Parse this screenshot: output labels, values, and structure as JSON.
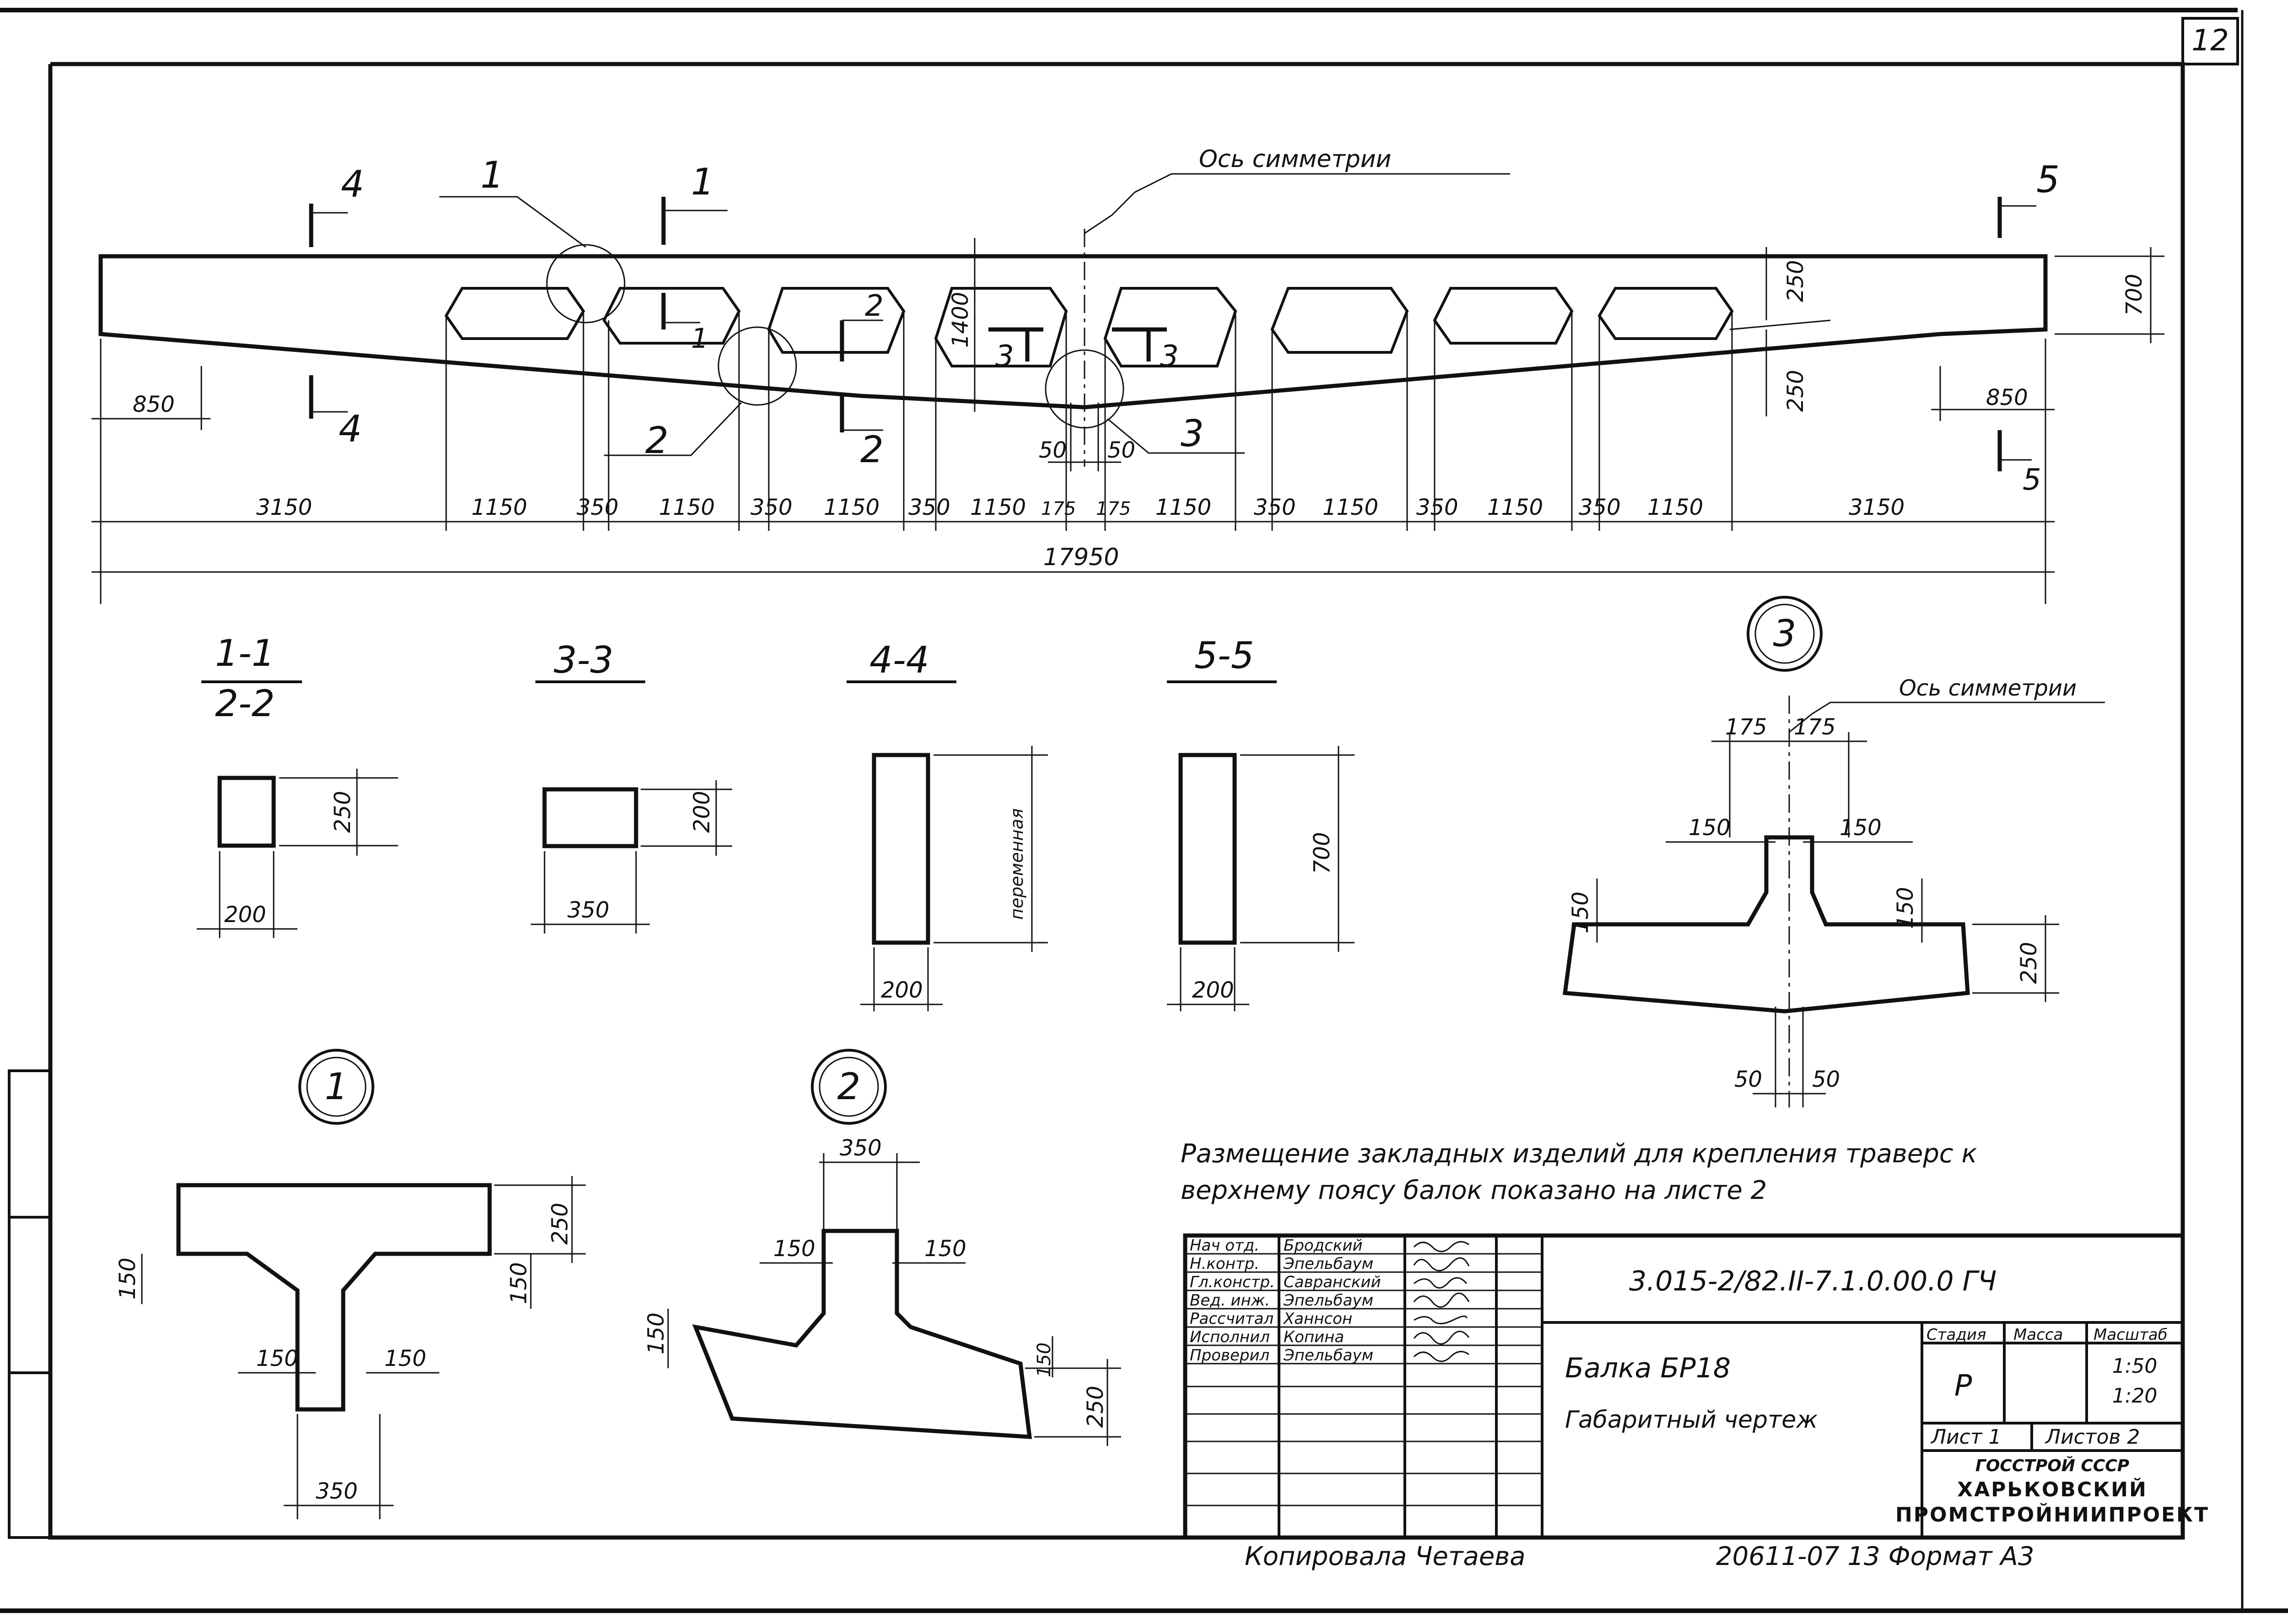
{
  "sheet_number": "12",
  "axis_label": "Ось симметрии",
  "elevation": {
    "section_marks": [
      "4",
      "1",
      "5",
      "1",
      "2",
      "3",
      "3",
      "2",
      "4",
      "5"
    ],
    "callouts": [
      "1",
      "2",
      "3"
    ],
    "dims": {
      "d850_left": "850",
      "d850_right": "850",
      "d1400": "1400",
      "d250_top": "250",
      "d250_bot": "250",
      "d700": "700",
      "d50a": "50",
      "d50b": "50"
    },
    "bottom_dims": [
      "3150",
      "1150",
      "350",
      "1150",
      "350",
      "1150",
      "350",
      "1150",
      "175",
      "175",
      "1150",
      "350",
      "1150",
      "350",
      "1150",
      "350",
      "1150",
      "3150"
    ],
    "overall": "17950"
  },
  "sections": {
    "s11_top": "1-1",
    "s11_bottom": "2-2",
    "s11_h": "250",
    "s11_w": "200",
    "s33": "3-3",
    "s33_h": "200",
    "s33_w": "350",
    "s44": "4-4",
    "s44_h": "переменная",
    "s44_w": "200",
    "s55": "5-5",
    "s55_h": "700",
    "s55_w": "200"
  },
  "detail1": {
    "number": "1",
    "d150a": "150",
    "d150b": "150",
    "d150c": "150",
    "d150d": "150",
    "d250": "250",
    "d350": "350"
  },
  "detail2": {
    "number": "2",
    "d350": "350",
    "d150a": "150",
    "d150b": "150",
    "d150c": "150",
    "d150d": "150",
    "d250": "250"
  },
  "detail3": {
    "number": "3",
    "axis": "Ось симметрии",
    "d175a": "175",
    "d175b": "175",
    "d150a": "150",
    "d150b": "150",
    "d150c": "150",
    "d150d": "150",
    "d250": "250",
    "d50a": "50",
    "d50b": "50"
  },
  "note_line1": "Размещение закладных изделий для крепления траверс к",
  "note_line2": "верхнему поясу балок показано на листе 2",
  "title_block": {
    "roles": [
      "Нач отд.",
      "Н.контр.",
      "Гл.констр.",
      "Вед. инж.",
      "Рассчитал",
      "Исполнил",
      "Проверил"
    ],
    "names": [
      "Бродский",
      "Эпельбаум",
      "Савранский",
      "Эпельбаум",
      "Ханнсон",
      "Копина",
      "Эпельбаум"
    ],
    "doc_code": "3.015-2/82.II-7.1.0.00.0 ГЧ",
    "title_line1": "Балка БР18",
    "title_line2": "Габаритный чертеж",
    "stage_label": "Стадия",
    "mass_label": "Масса",
    "scale_label": "Масштаб",
    "stage_value": "Р",
    "scale1": "1:50",
    "scale2": "1:20",
    "sheet_label": "Лист 1",
    "sheets_label": "Листов 2",
    "org_line1": "ГОССТРОЙ СССР",
    "org_line2": "ХАРЬКОВСКИЙ",
    "org_line3": "ПРОМСТРОЙНИИПРОЕКТ"
  },
  "footer_left": "Копировала Четаева",
  "footer_right": "20611-07 13 Формат А3"
}
